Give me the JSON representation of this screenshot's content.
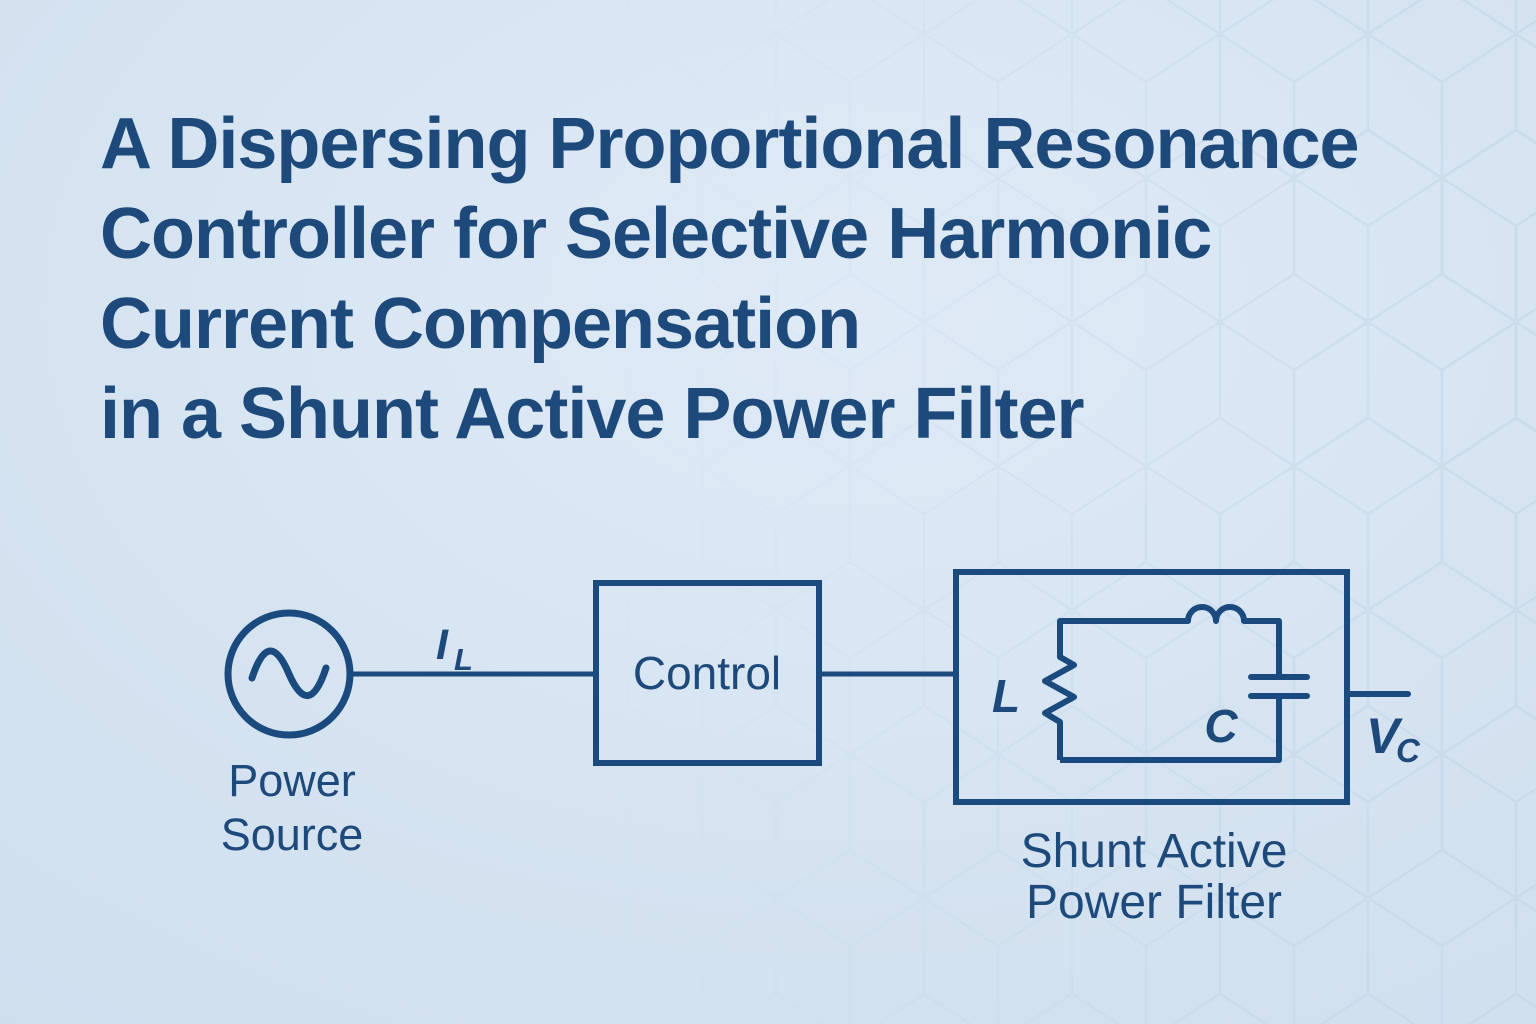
{
  "colors": {
    "ink": "#1d4a7b",
    "stroke": "#1b4b7e",
    "pattern": "#bed2e5",
    "background_light": "#dfeaf6",
    "background_base": "#d5e3f1",
    "background_edge": "#c6d7e9"
  },
  "title": {
    "lines": [
      "A Dispersing Proportional Resonance",
      "Controller for Selective Harmonic",
      "Current Compensation",
      "in a Shunt Active Power Filter"
    ]
  },
  "diagram": {
    "power_source": {
      "symbol": "ac-sine-source",
      "label_lines": [
        "Power",
        "Source"
      ]
    },
    "input_current_label": {
      "base": "I",
      "subscript": "L"
    },
    "control_box": {
      "label": "Control"
    },
    "filter_box": {
      "label_lines": [
        "Shunt Active",
        "Power Filter"
      ],
      "inductor_label": "L",
      "capacitor_label": "C"
    },
    "output_voltage_label": {
      "base": "V",
      "subscript": "C"
    }
  }
}
